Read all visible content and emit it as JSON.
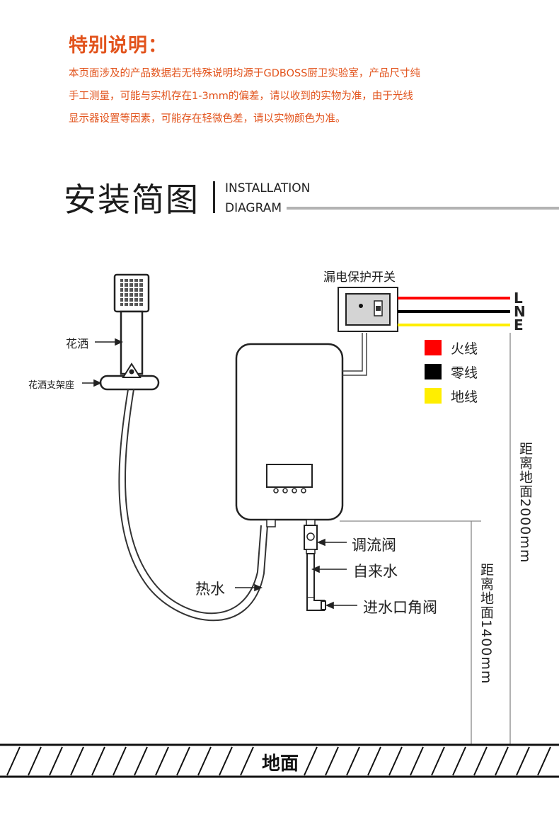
{
  "notice": {
    "title": "特别说明：",
    "lines": [
      "本页面涉及的产品数据若无特殊说明均源于GDBOSS厨卫实验室，产品尺寸纯",
      "手工测量，可能与实机存在1-3mm的偏差，请以收到的实物为准，由于光线",
      "显示器设置等因素，可能存在轻微色差，请以实物颜色为准。"
    ]
  },
  "section": {
    "title_cn": "安装简图",
    "title_en_line1": "INSTALLATION",
    "title_en_line2": "DIAGRAM"
  },
  "diagram": {
    "labels": {
      "shower_head": "花洒",
      "shower_bracket": "花洒支架座",
      "leakage_switch": "漏电保护开关",
      "hot_water": "热水",
      "flow_valve": "调流阀",
      "tap_water": "自来水",
      "inlet_angle_valve": "进水口角阀",
      "height_2000": "距离地面2000mm",
      "height_1400": "距离地面1400mm",
      "ground": "地面"
    },
    "terminals": [
      "L",
      "N",
      "E"
    ],
    "legend": [
      {
        "label": "火线",
        "color": "#ff0000"
      },
      {
        "label": "零线",
        "color": "#000000"
      },
      {
        "label": "地线",
        "color": "#ffee00"
      }
    ]
  }
}
